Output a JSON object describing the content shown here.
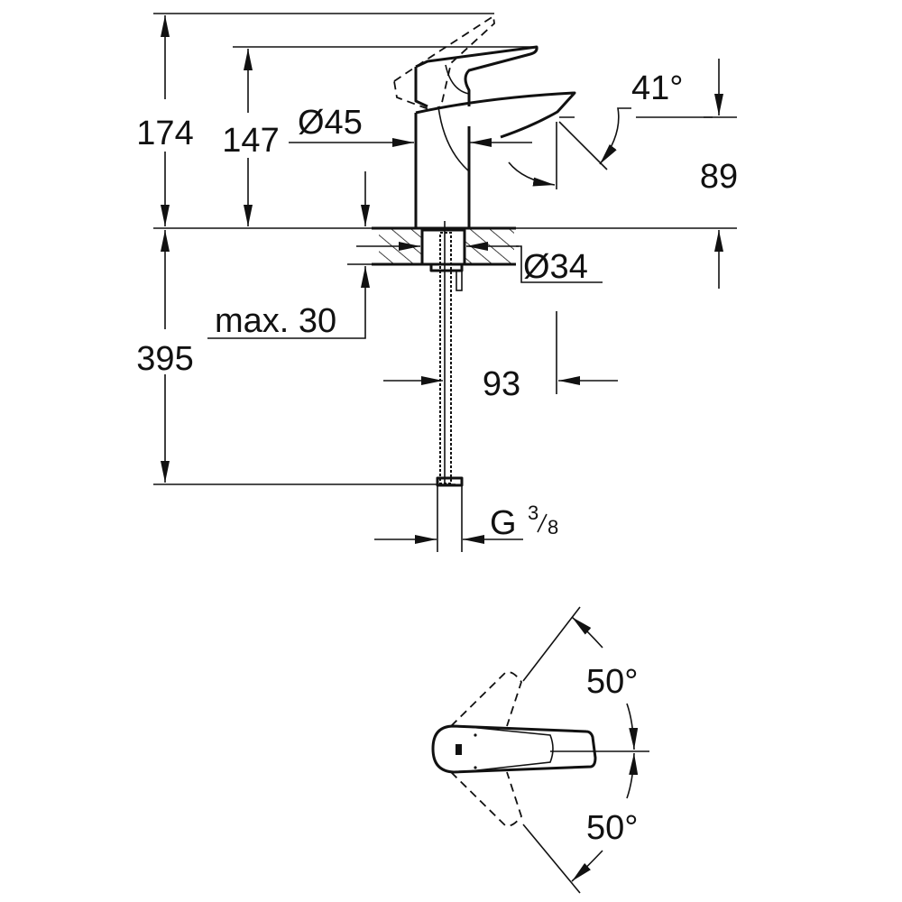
{
  "drawing": {
    "side_view": {
      "height_total": "174",
      "height_lever": "147",
      "body_diameter": "Ø45",
      "spout_angle": "41°",
      "spout_height": "89",
      "hole_diameter": "Ø34",
      "max_deck": "max. 30",
      "hose_length": "395",
      "projection": "93",
      "thread_g": "G",
      "thread_num": "3",
      "thread_den": "8"
    },
    "top_view": {
      "angle_up": "50°",
      "angle_down": "50°"
    },
    "colors": {
      "line": "#111111",
      "background": "#ffffff"
    }
  }
}
